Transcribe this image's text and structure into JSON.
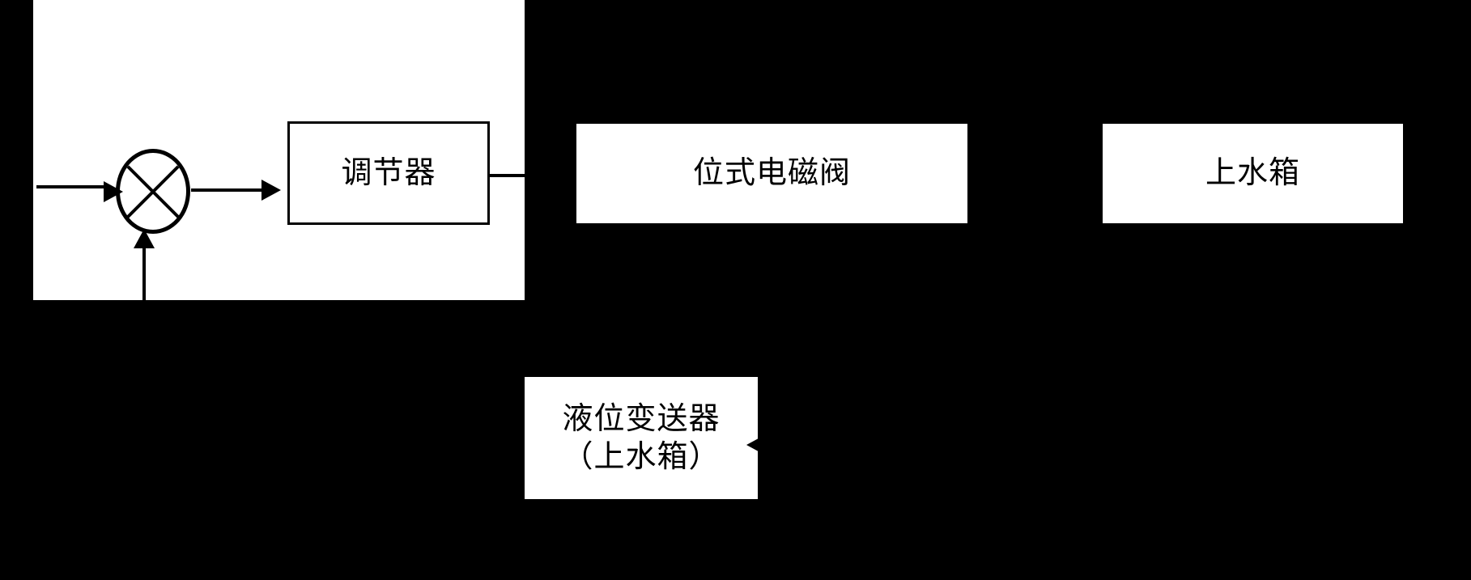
{
  "figure": {
    "kind": "control-system-block-diagram",
    "background_color": "#000000",
    "canvas_color": "#ffffff",
    "line_color": "#000000"
  },
  "blocks": {
    "controller": {
      "label": "调节器"
    },
    "solenoid_valve": {
      "label": "位式电磁阀"
    },
    "upper_tank": {
      "label": "上水箱"
    },
    "level_transmitter": {
      "label": "液位变送器\n（上水箱）"
    }
  },
  "nodes": {
    "summing_junction": {
      "symbol": "circle-with-cross"
    }
  },
  "connectors": {
    "setpoint_input": {
      "direction": "right"
    },
    "error_to_controller": {
      "direction": "right"
    },
    "controller_to_valve": {
      "direction": "right"
    },
    "feedback_to_summing": {
      "direction": "up"
    },
    "transmitter_feedback": {
      "direction": "left"
    }
  }
}
